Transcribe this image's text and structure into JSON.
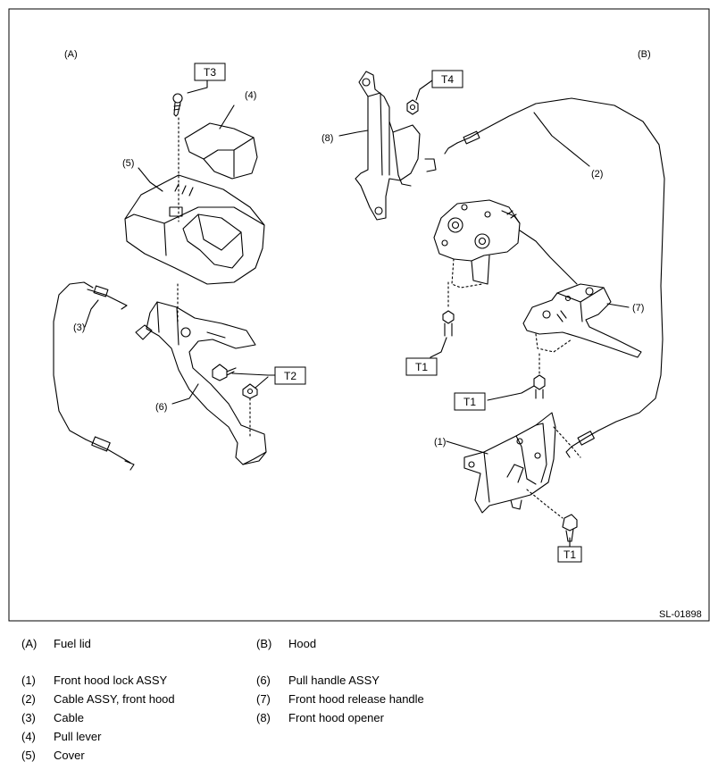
{
  "diagram": {
    "panel_a_label": "(A)",
    "panel_b_label": "(B)",
    "figure_id": "SL-01898",
    "callouts": {
      "c1": "(1)",
      "c2": "(2)",
      "c3": "(3)",
      "c4": "(4)",
      "c5": "(5)",
      "c6": "(6)",
      "c7": "(7)",
      "c8": "(8)"
    },
    "torque": {
      "t1a": "T1",
      "t1b": "T1",
      "t1c": "T1",
      "t2": "T2",
      "t3": "T3",
      "t4": "T4"
    }
  },
  "legend": {
    "left": [
      {
        "num": "(A)",
        "text": "Fuel lid"
      },
      {
        "num": "(1)",
        "text": "Front hood lock ASSY"
      },
      {
        "num": "(2)",
        "text": "Cable ASSY, front hood"
      },
      {
        "num": "(3)",
        "text": "Cable"
      },
      {
        "num": "(4)",
        "text": "Pull lever"
      },
      {
        "num": "(5)",
        "text": "Cover"
      }
    ],
    "right": [
      {
        "num": "(B)",
        "text": "Hood"
      },
      {
        "num": "(6)",
        "text": "Pull handle ASSY"
      },
      {
        "num": "(7)",
        "text": "Front hood release handle"
      },
      {
        "num": "(8)",
        "text": "Front hood opener"
      }
    ]
  }
}
